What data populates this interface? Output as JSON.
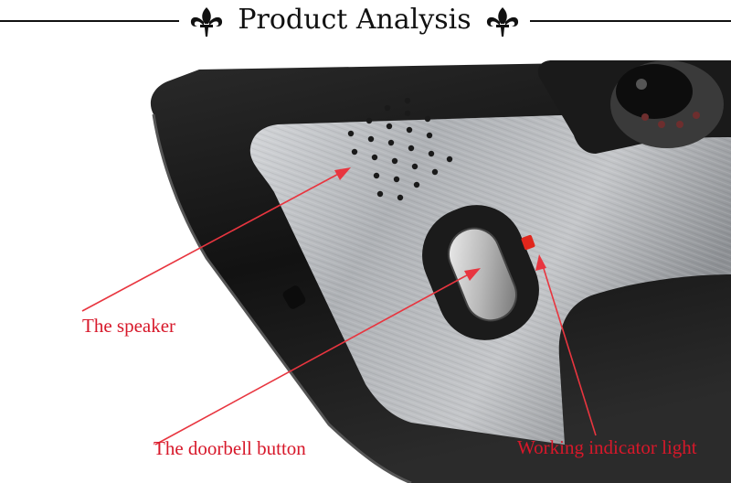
{
  "header": {
    "title": "Product Analysis"
  },
  "callouts": {
    "speaker": "The speaker",
    "doorbell_button": "The doorbell button",
    "indicator_light": "Working indicator light"
  },
  "colors": {
    "callout_text": "#d7182a",
    "callout_line": "#e8353f",
    "housing": "#1c1c1c",
    "panel": "#b9bcc0",
    "indicator": "#e0261c"
  },
  "icons": [
    "fleur-de-lis-icon"
  ]
}
